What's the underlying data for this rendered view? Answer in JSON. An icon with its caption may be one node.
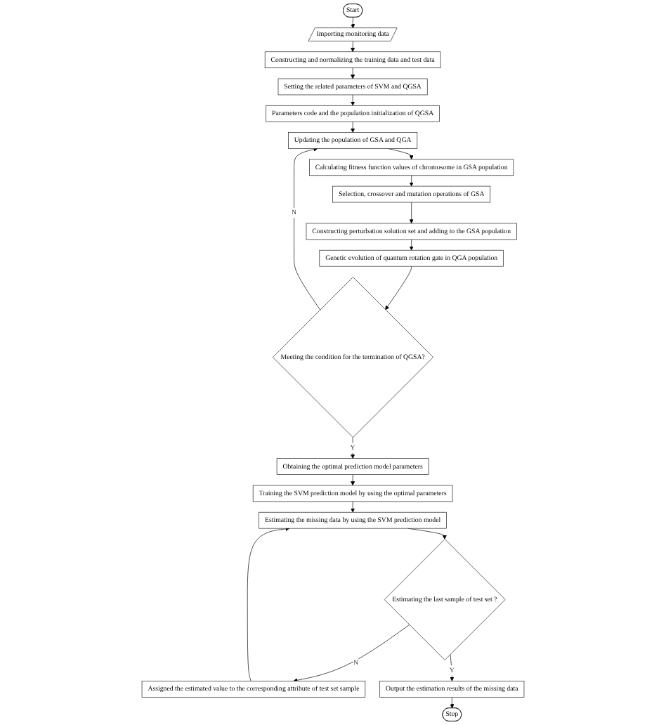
{
  "diagram": {
    "nodes": [
      {
        "text": [
          "Start"
        ]
      },
      {
        "text": [
          "Importing monitoring data"
        ]
      },
      {
        "text": [
          "Constructing and normalizing the training data and test data"
        ]
      },
      {
        "text": [
          "Setting the related parameters of SVM and QGSA"
        ]
      },
      {
        "text": [
          "Parameters code and the population initialization of QGSA"
        ]
      },
      {
        "text": [
          "Updating the population of GSA and QGA"
        ]
      },
      {
        "text": [
          "Calculating fitness function values of chromosome in GSA population"
        ]
      },
      {
        "text": [
          "Selection, crossover and mutation operations of GSA"
        ]
      },
      {
        "text": [
          "Constructing perturbation solution set and adding to the GSA population"
        ]
      },
      {
        "text": [
          "Genetic evolution of quantum rotation gate in QGA population"
        ]
      },
      {
        "text": [
          "Meeting the condition for the termination of QGSA?"
        ]
      },
      {
        "text": [
          "Obtaining the optimal prediction model parameters"
        ]
      },
      {
        "text": [
          "Training the SVM prediction model by using the optimal parameters"
        ]
      },
      {
        "text": [
          "Estimating the missing data by using the SVM prediction model"
        ]
      },
      {
        "text": [
          "Assigned the estimated value to the corresponding attribute of test set sample"
        ]
      },
      {
        "text": [
          "Estimating the last sample  of test set ?"
        ]
      },
      {
        "text": [
          "Output the estimation results of the missing data"
        ]
      },
      {
        "text": [
          "Stop"
        ]
      }
    ],
    "edges": [
      {
        "from": 0,
        "to": 1,
        "arrow": "to"
      },
      {
        "from": 1,
        "to": 2,
        "arrow": "to"
      },
      {
        "from": 2,
        "to": 3,
        "arrow": "to"
      },
      {
        "from": 3,
        "to": 4,
        "arrow": "to"
      },
      {
        "from": 4,
        "to": 5,
        "arrow": "to"
      },
      {
        "from": 5,
        "to": 6,
        "arrow": "to"
      },
      {
        "from": 6,
        "to": 7,
        "arrow": "to"
      },
      {
        "from": 7,
        "to": 8,
        "arrow": "to"
      },
      {
        "from": 8,
        "to": 9,
        "arrow": "to"
      },
      {
        "from": 9,
        "to": 10,
        "arrow": "to"
      },
      {
        "from": 10,
        "to": 5,
        "label": "N",
        "arrow": "to"
      },
      {
        "from": 10,
        "to": 11,
        "label": "Y",
        "arrow": "to"
      },
      {
        "from": 11,
        "to": 12,
        "arrow": "to"
      },
      {
        "from": 12,
        "to": 13,
        "arrow": "to"
      },
      {
        "from": 13,
        "to": 15,
        "arrow": "to"
      },
      {
        "from": 15,
        "to": 14,
        "label": "N",
        "arrow": "to"
      },
      {
        "from": 14,
        "to": 13,
        "arrow": "to"
      },
      {
        "from": 15,
        "to": 16,
        "label": "Y",
        "arrow": "to"
      },
      {
        "from": 16,
        "to": 17,
        "arrow": "to"
      }
    ]
  }
}
